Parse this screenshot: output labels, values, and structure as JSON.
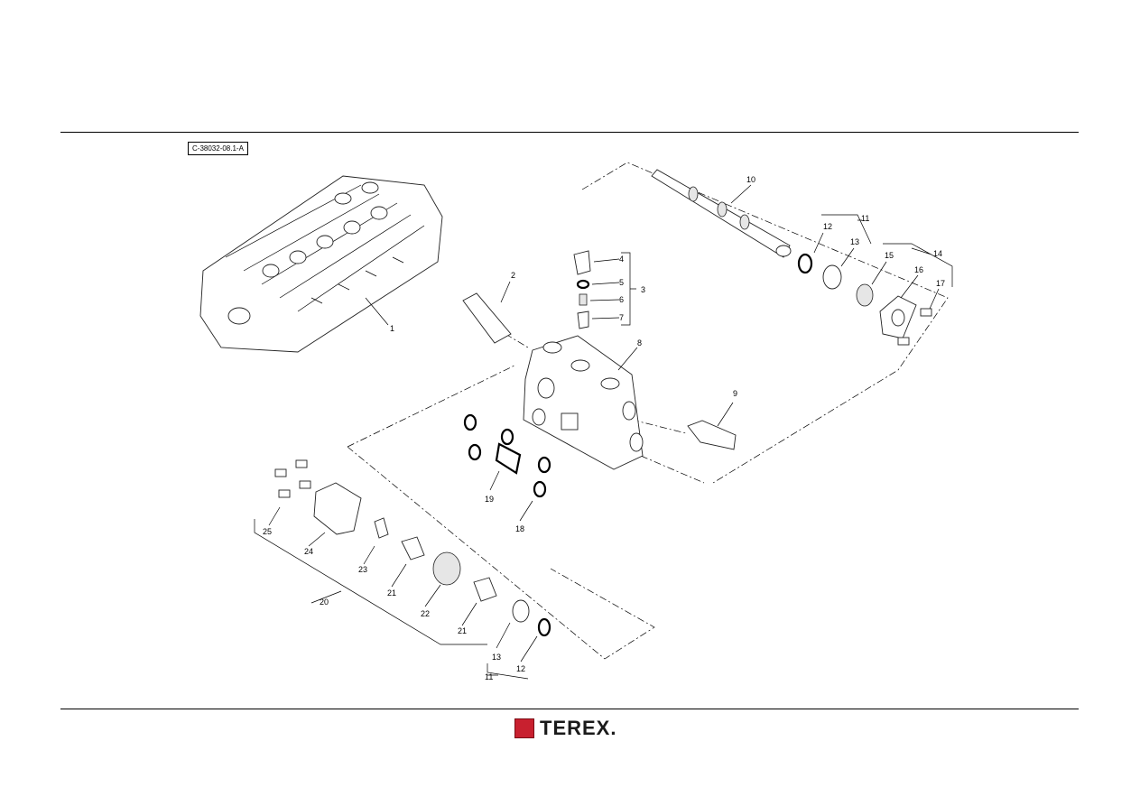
{
  "figure_id": "C-38032-08.1-A",
  "callouts": [
    "1",
    "2",
    "3",
    "4",
    "5",
    "6",
    "7",
    "8",
    "9",
    "10",
    "11",
    "12",
    "13",
    "14",
    "15",
    "16",
    "17",
    "18",
    "19",
    "20",
    "21",
    "22",
    "23",
    "24",
    "25"
  ],
  "brand": "TEREX."
}
